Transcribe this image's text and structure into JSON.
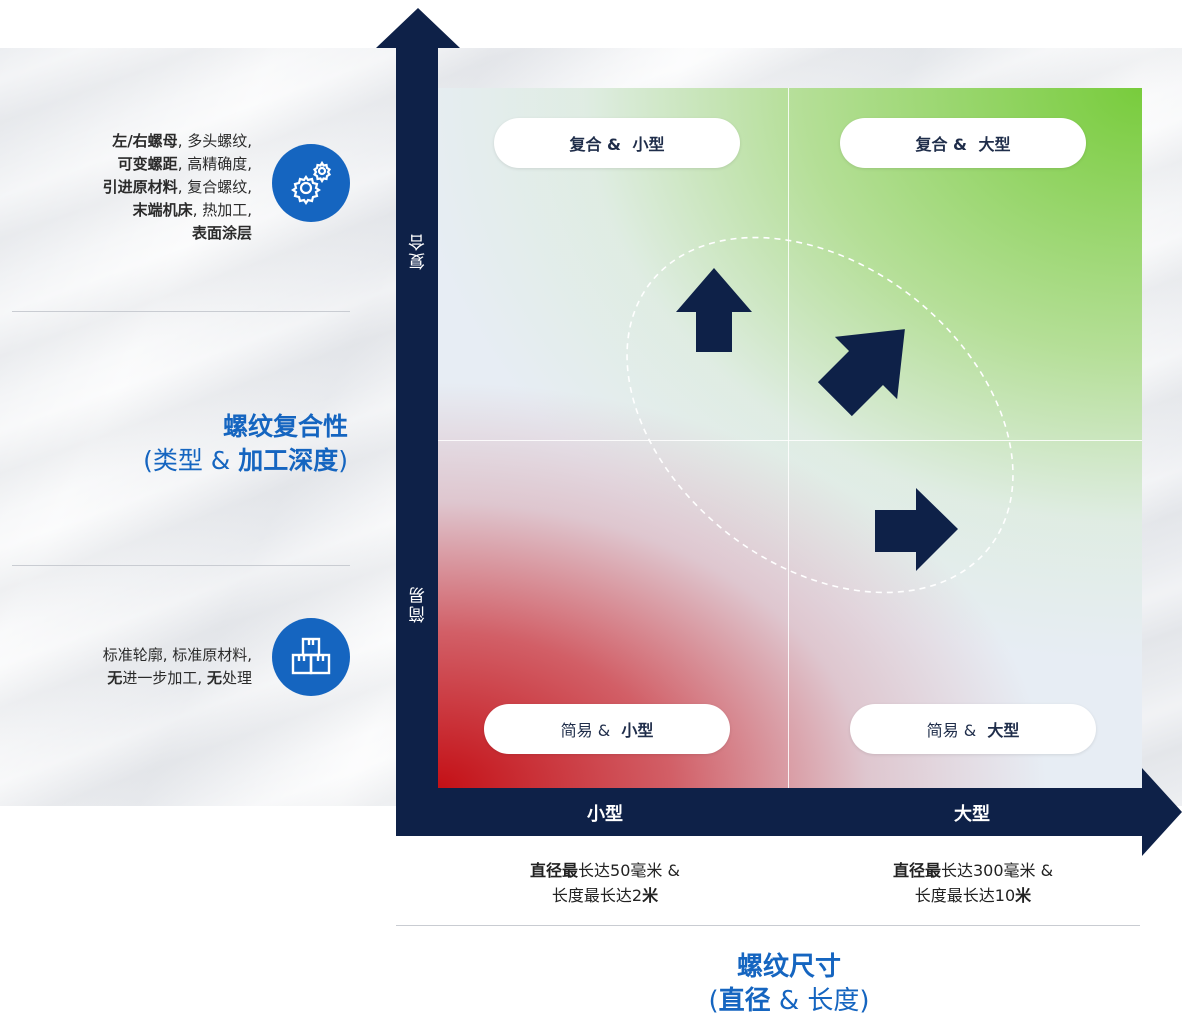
{
  "left_panel": {
    "complex_features": {
      "line1_a": "左/右螺母",
      "line1_b": ", 多头螺纹,",
      "line2_a": "可变螺距",
      "line2_b": ", 高精确度,",
      "line3_a": "引进原材料",
      "line3_b": ", 复合螺纹,",
      "line4_a": "末端机床",
      "line4_b": ", 热加工,",
      "line5_a": "表面涂层",
      "line5_b": ""
    },
    "simple_features": {
      "line1": "标准轮廓, 标准原材料,",
      "line2_a": "无",
      "line2_b": "进一步加工, ",
      "line2_c": "无",
      "line2_d": "处理"
    },
    "y_axis_title": {
      "main": "螺纹复合性",
      "sub_open": "(类型 & ",
      "sub_bold": "加工深度",
      "sub_close": ")"
    }
  },
  "y_axis": {
    "top_label": "复合",
    "bottom_label": "简易"
  },
  "x_axis": {
    "left_label": "小型",
    "right_label": "大型"
  },
  "quadrants": {
    "top_left": {
      "a": "复合 & ",
      "b": "小型"
    },
    "top_right": {
      "a": "复合 & ",
      "b": "大型"
    },
    "bottom_left": {
      "a": "简易 & ",
      "b": "小型"
    },
    "bottom_right": {
      "a": "简易 & ",
      "b": "大型"
    }
  },
  "size_notes": {
    "small": {
      "l1_bold": "直径最",
      "l1_rest": "长达50毫米 &",
      "l2_a": "长度最长达2",
      "l2_b": "米"
    },
    "large": {
      "l1_bold": "直径最",
      "l1_rest": "长达300毫米 &",
      "l2_a": "长度最长达10",
      "l2_b": "米"
    }
  },
  "x_axis_title": {
    "main": "螺纹尺寸",
    "sub_open": "(",
    "sub_a": "直径",
    "sub_b": " & 长度)"
  },
  "colors": {
    "navy": "#0e2148",
    "brand_blue": "#1565c0",
    "red": "#c41016",
    "green": "#78cc3c"
  },
  "icons": [
    "gears-icon",
    "stacked-boxes-icon"
  ]
}
